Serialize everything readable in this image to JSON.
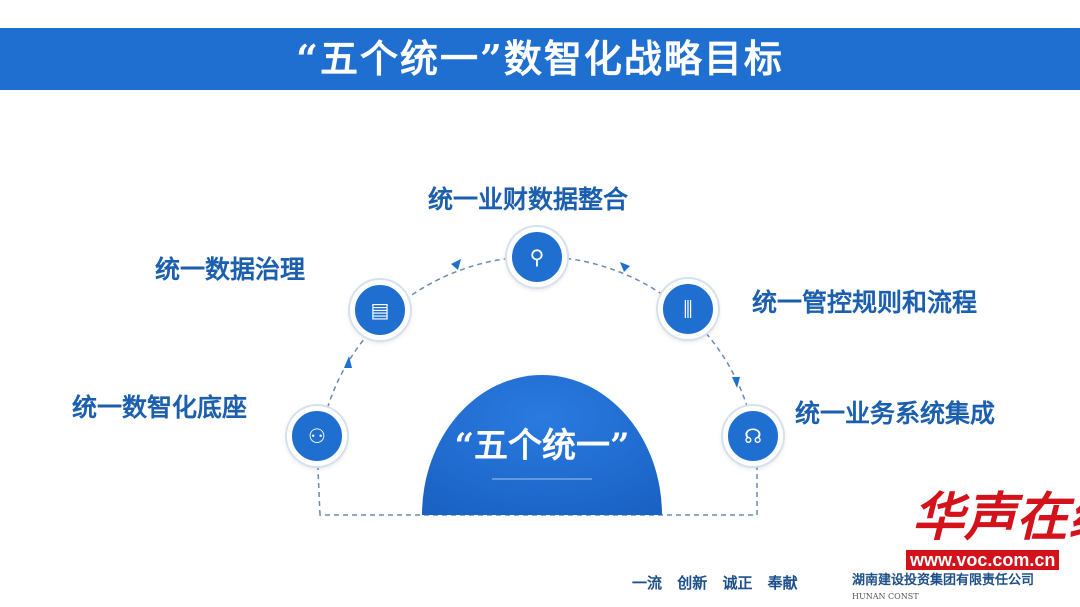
{
  "title": "“五个统一”数智化战略目标",
  "center": "“五个统一”",
  "items": [
    {
      "label": "统一数智化底座",
      "icon": "org-chart-icon"
    },
    {
      "label": "统一数据治理",
      "icon": "card-check-icon"
    },
    {
      "label": "统一业财数据整合",
      "icon": "location-pin-icon"
    },
    {
      "label": "统一管控规则和流程",
      "icon": "sliders-icon"
    },
    {
      "label": "统一业务系统集成",
      "icon": "head-idea-icon"
    }
  ],
  "footer": {
    "motto": "一流 创新 诚正 奉献",
    "company": "湖南建设投资集团有限责任公司",
    "company_en": "HUNAN CONST"
  },
  "watermark": {
    "text": "华声在线",
    "url": "www.voc.com.cn"
  },
  "colors": {
    "primary": "#1f6fd1",
    "watermark": "#d3121b"
  }
}
